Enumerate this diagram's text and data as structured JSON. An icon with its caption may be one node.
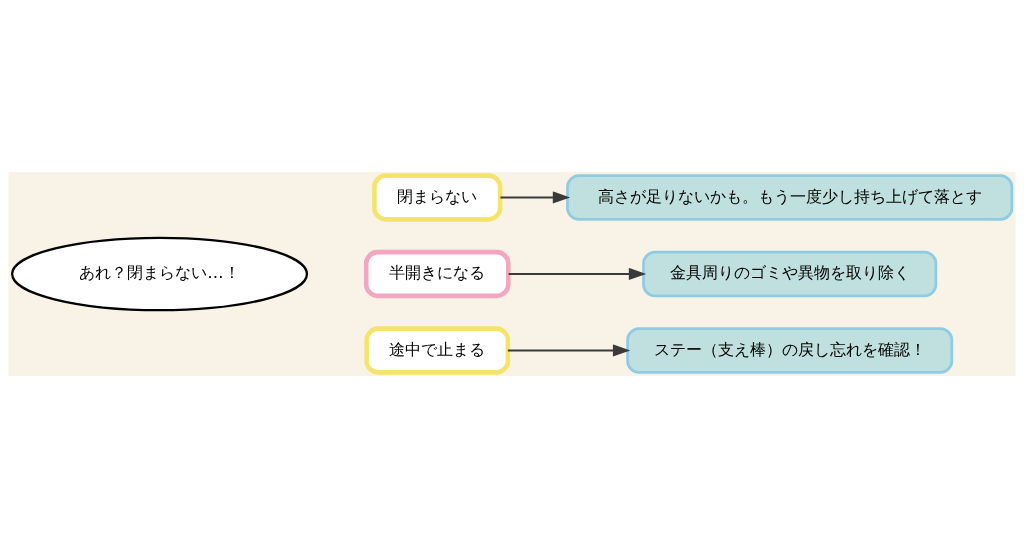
{
  "diagram": {
    "nodes": [
      {
        "text": [
          "あれ？閉まらない…！"
        ]
      },
      {
        "text": [
          "閉まらない"
        ]
      },
      {
        "text": [
          "半開きになる"
        ]
      },
      {
        "text": [
          "途中で止まる"
        ]
      },
      {
        "text": [
          "高さが足りないかも。もう一度少し持ち上げて落とす"
        ]
      },
      {
        "text": [
          "金具周りのゴミや異物を取り除く"
        ]
      },
      {
        "text": [
          "ステー（支え棒）の戻し忘れを確認！"
        ]
      }
    ],
    "edges": [
      {
        "from": 1,
        "to": 4,
        "arrow": "to"
      },
      {
        "from": 2,
        "to": 5,
        "arrow": "to"
      },
      {
        "from": 3,
        "to": 6,
        "arrow": "to"
      }
    ]
  }
}
